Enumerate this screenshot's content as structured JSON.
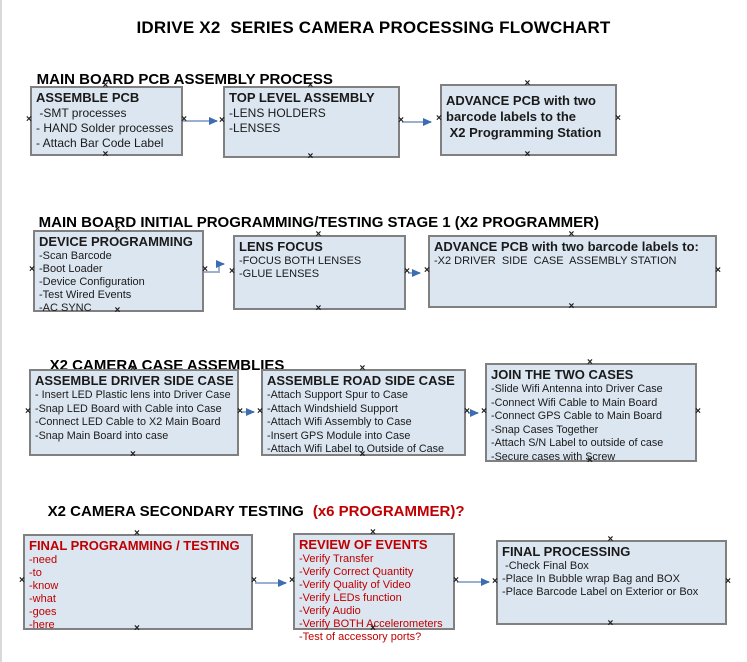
{
  "title": "IDRIVE X2  SERIES CAMERA PROCESSING FLOWCHART",
  "icons": {
    "connection_marker": "×"
  },
  "colors": {
    "box_fill": "#dce6f1",
    "box_border": "#808080",
    "red_text": "#c00000",
    "arrow_shaft": "#9bb0ce",
    "arrow_head": "#3c6db2",
    "text": "#1a1a1a"
  },
  "sections": [
    {
      "heading": "MAIN BOARD PCB ASSEMBLY PROCESS",
      "boxes": [
        {
          "title": "ASSEMBLE PCB",
          "items": [
            " -SMT processes",
            "- HAND Solder processes",
            "- Attach Bar Code Label"
          ]
        },
        {
          "title": "TOP LEVEL ASSEMBLY",
          "items": [
            "-LENS HOLDERS",
            "-LENSES"
          ]
        },
        {
          "title_lines": [
            "ADVANCE PCB with two",
            "barcode labels to the",
            " X2 Programming Station"
          ]
        }
      ]
    },
    {
      "heading": "MAIN BOARD INITIAL PROGRAMMING/TESTING STAGE 1 (X2 PROGRAMMER)",
      "boxes": [
        {
          "title": "DEVICE PROGRAMMING",
          "items": [
            "-Scan Barcode",
            "-Boot Loader",
            "-Device Configuration",
            "-Test Wired Events",
            "-AC SYNC"
          ]
        },
        {
          "title": "LENS FOCUS",
          "items": [
            "-FOCUS BOTH LENSES",
            "-GLUE LENSES"
          ]
        },
        {
          "title": "ADVANCE PCB with two barcode labels to:",
          "items": [
            "-X2 DRIVER  SIDE  CASE  ASSEMBLY STATION"
          ]
        }
      ]
    },
    {
      "heading": "X2 CAMERA CASE ASSEMBLIES",
      "boxes": [
        {
          "title": "ASSEMBLE DRIVER SIDE CASE",
          "items": [
            "- Insert LED Plastic lens into Driver Case",
            "-Snap LED Board with Cable into Case",
            "-Connect LED Cable to X2 Main Board",
            "-Snap Main Board into case"
          ]
        },
        {
          "title": "ASSEMBLE ROAD SIDE CASE",
          "items": [
            "-Attach Support Spur to Case",
            "-Attach Windshield Support",
            "-Attach Wifi Assembly to Case",
            "-Insert GPS Module into Case",
            "-Attach Wifi Label to Outside of Case"
          ]
        },
        {
          "title": "JOIN THE TWO CASES",
          "items": [
            "-Slide Wifi Antenna into Driver Case",
            "-Connect Wifi Cable to Main Board",
            "-Connect GPS Cable to Main Board",
            "-Snap Cases Together",
            "-Attach S/N Label to outside of case",
            "-Secure cases with Screw"
          ]
        }
      ]
    },
    {
      "heading": "X2 CAMERA SECONDARY TESTING",
      "heading_suffix": "(x6 PROGRAMMER)?",
      "boxes": [
        {
          "title": "FINAL PROGRAMMING / TESTING",
          "items": [
            "-need",
            "-to",
            "-know",
            "-what",
            "-goes",
            "-here"
          ]
        },
        {
          "title": "REVIEW OF EVENTS",
          "items": [
            "-Verify Transfer",
            "-Verify Correct Quantity",
            "-Verify Quality of Video",
            "-Verify LEDs function",
            "-Verify Audio",
            "-Verify BOTH Accelerometers",
            "-Test of accessory ports?"
          ]
        },
        {
          "title": "FINAL PROCESSING",
          "items": [
            " -Check Final Box",
            "-Place In Bubble wrap Bag and BOX",
            "-Place Barcode Label on Exterior or Box"
          ]
        }
      ]
    }
  ]
}
